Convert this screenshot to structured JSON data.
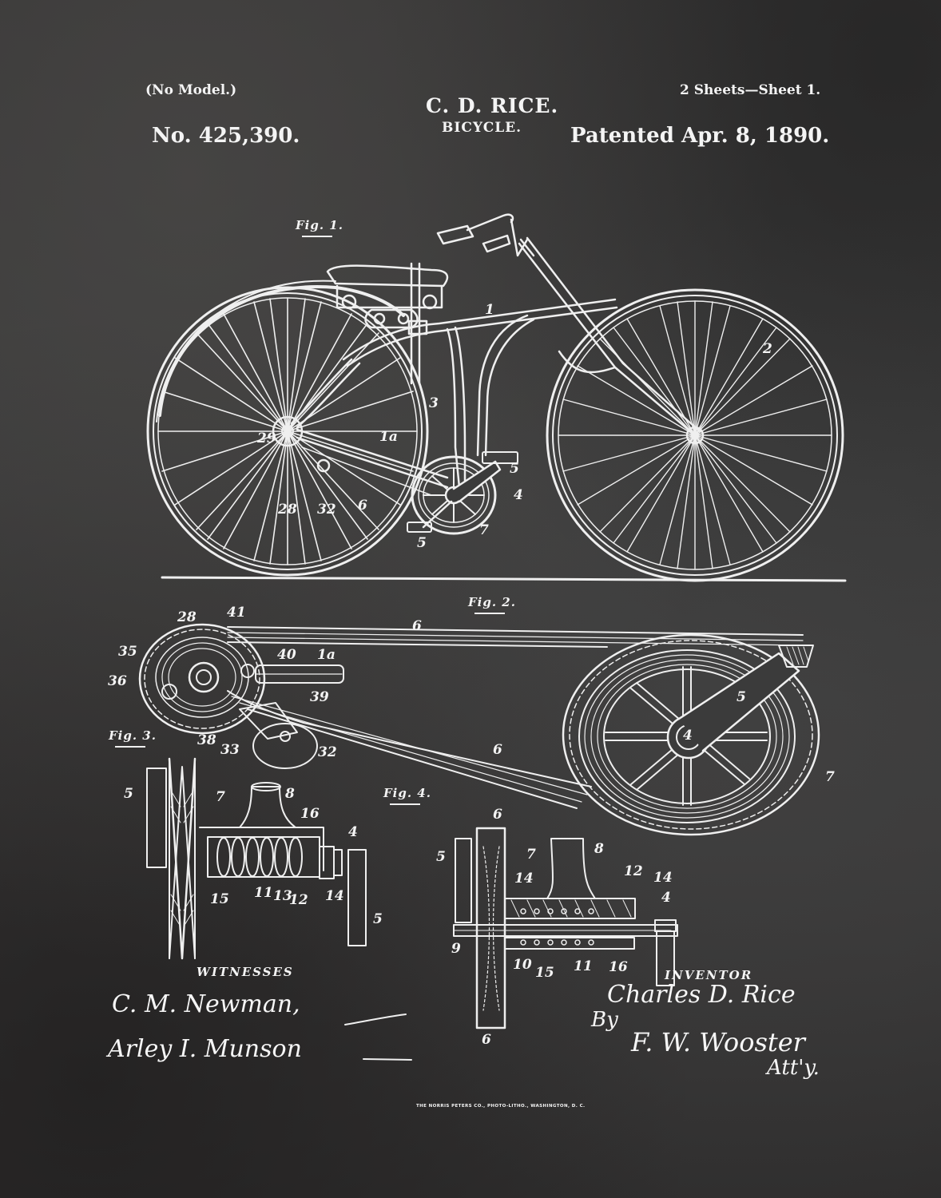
{
  "header": {
    "model_note": "(No Model.)",
    "sheet_info": "2 Sheets—Sheet 1.",
    "inventor": "C. D. RICE.",
    "invention": "BICYCLE.",
    "patent_number": "No. 425,390.",
    "patent_date": "Patented Apr. 8, 1890."
  },
  "figures": {
    "fig1": {
      "label": "Fig. 1.",
      "refs": [
        "1",
        "2",
        "3",
        "29",
        "1a",
        "5",
        "4",
        "28",
        "32",
        "6",
        "7",
        "5"
      ]
    },
    "fig2": {
      "label": "Fig. 2.",
      "refs": [
        "28",
        "41",
        "6",
        "35",
        "40",
        "1a",
        "36",
        "39",
        "38",
        "33",
        "32",
        "6",
        "5",
        "4",
        "7"
      ]
    },
    "fig3": {
      "label": "Fig. 3.",
      "refs": [
        "5",
        "7",
        "8",
        "16",
        "4",
        "15",
        "11",
        "13",
        "12",
        "14",
        "5"
      ]
    },
    "fig4": {
      "label": "Fig. 4.",
      "refs": [
        "6",
        "5",
        "7",
        "8",
        "14",
        "12",
        "14",
        "4",
        "9",
        "10",
        "15",
        "11",
        "16",
        "6"
      ]
    }
  },
  "signatures": {
    "witnesses_label": "WITNESSES",
    "witness_1": "C. M. Newman,",
    "witness_2": "Arley I. Munson",
    "inventor_label": "INVENTOR",
    "inventor_signature": "Charles D. Rice",
    "by": "By",
    "attorney": "F. W. Wooster",
    "attorney_suffix": "Att'y."
  },
  "footer": {
    "printer": "THE NORRIS PETERS CO., PHOTO-LITHO., WASHINGTON, D. C."
  },
  "colors": {
    "background": "#3b3b3b",
    "ink": "#f2f2f2"
  }
}
